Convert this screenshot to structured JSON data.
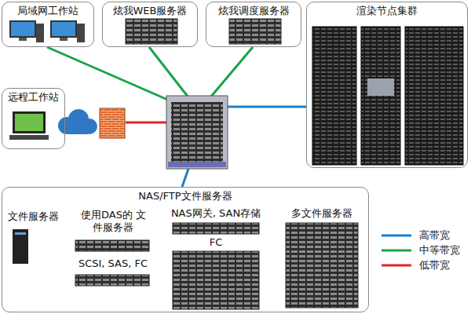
{
  "diagram": {
    "nodes": [
      {
        "text": [
          "局域网工作站"
        ]
      },
      {
        "text": [
          "炫我WEB服务器"
        ]
      },
      {
        "text": [
          "炫我调度服务器"
        ]
      },
      {
        "text": [
          "渲染节点集群"
        ]
      },
      {
        "text": [
          "远程工作站"
        ]
      },
      {
        "text": [
          "NAS/FTP文件服务器"
        ]
      }
    ],
    "labels": [
      "文件服务器",
      "使用DAS的 文件服务器",
      "SCSI, SAS, FC",
      "NAS网关, SAN存储",
      "FC",
      "多文件服务器"
    ],
    "legend": [
      {
        "text": "高带宽"
      },
      {
        "text": "中等带宽"
      },
      {
        "text": "低带宽"
      }
    ]
  }
}
